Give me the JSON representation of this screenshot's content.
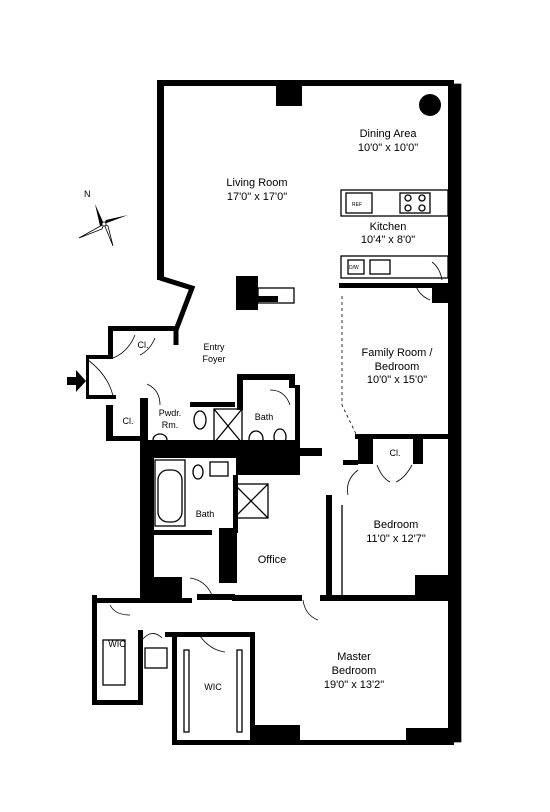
{
  "rooms": {
    "dining": {
      "name": "Dining Area",
      "dims": "10'0\" x 10'0\""
    },
    "living": {
      "name": "Living Room",
      "dims": "17'0\" x 17'0\""
    },
    "kitchen": {
      "name": "Kitchen",
      "dims": "10'4\" x 8'0\""
    },
    "family": {
      "line1": "Family Room /",
      "line2": "Bedroom",
      "dims": "10'0\" x 15'0\""
    },
    "entry": {
      "line1": "Entry",
      "line2": "Foyer"
    },
    "closet_entry": "Cl.",
    "closet_hall": "Cl.",
    "closet_bedroom": "Cl.",
    "powder": {
      "line1": "Pwdr.",
      "line2": "Rm."
    },
    "bath_upper": "Bath",
    "bath_lower": "Bath",
    "bedroom": {
      "name": "Bedroom",
      "dims": "11'0\" x 12'7\""
    },
    "office": "Office",
    "master": {
      "line1": "Master",
      "line2": "Bedroom",
      "dims": "19'0\" x 13'2\""
    },
    "wic_left": "WIC",
    "wic_right": "WIC"
  },
  "appliances": {
    "ref": "REF",
    "dw": "D/W"
  },
  "compass": {
    "north": "N"
  }
}
